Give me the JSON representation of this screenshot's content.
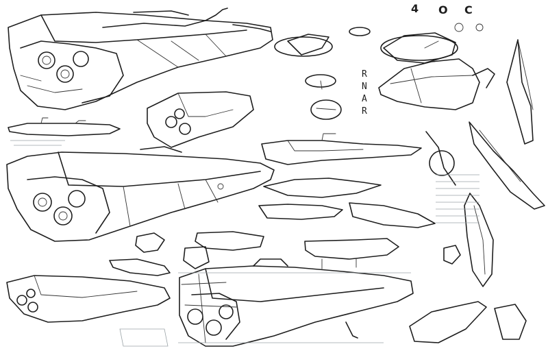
{
  "sheet": {
    "background": "#ffffff",
    "ink_color": "#1e1e1e",
    "ruled_lines_color": "#9aa3a6"
  },
  "glyphs": {
    "top_row": [
      "4",
      "O",
      "C"
    ],
    "vertical_stack": [
      "R",
      "N",
      "A",
      "R"
    ]
  }
}
